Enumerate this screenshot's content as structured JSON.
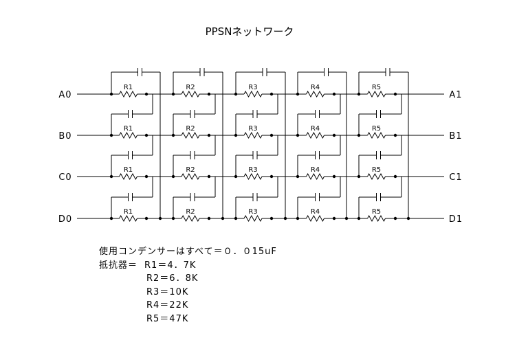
{
  "title": "PPSNネットワーク",
  "inputs": [
    "A0",
    "B0",
    "C0",
    "D0"
  ],
  "outputs": [
    "A1",
    "B1",
    "C1",
    "D1"
  ],
  "stages": [
    "R1",
    "R2",
    "R3",
    "R4",
    "R5"
  ],
  "notes": {
    "capacitor": "使用コンデンサーはすべて＝０．０15uF",
    "resistor_heading": "抵抗器＝",
    "resistors": [
      "R1＝4．7K",
      "R2＝6．8K",
      "R3＝10K",
      "R4＝22K",
      "R5＝47K"
    ]
  }
}
